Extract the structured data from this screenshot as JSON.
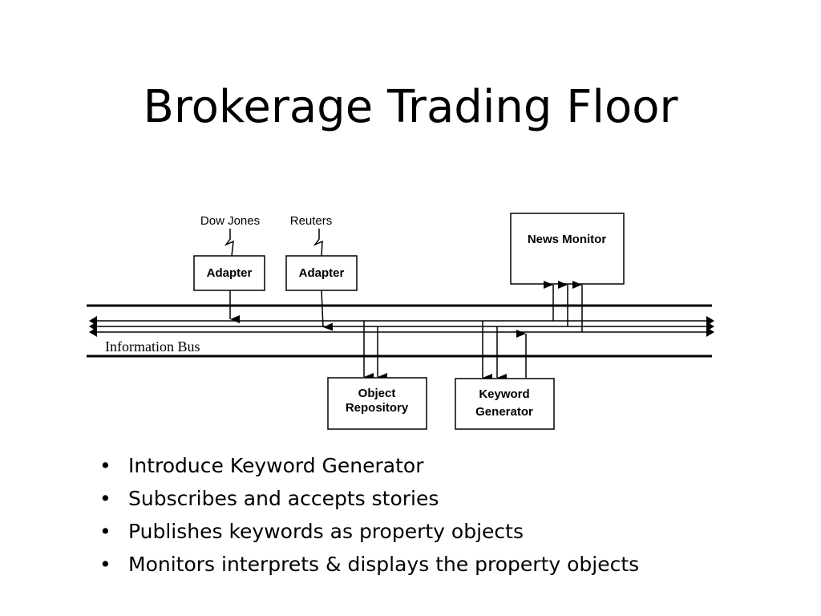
{
  "slide": {
    "title": "Brokerage Trading Floor"
  },
  "diagram": {
    "sources": [
      {
        "label": "Dow Jones"
      },
      {
        "label": "Reuters"
      }
    ],
    "adapters": [
      {
        "label": "Adapter"
      },
      {
        "label": "Adapter"
      }
    ],
    "bus_label": "Information Bus",
    "news_monitor": {
      "label": "News Monitor"
    },
    "object_repository": {
      "line1": "Object",
      "line2": "Repository"
    },
    "keyword_generator": {
      "line1": "Keyword",
      "line2": "Generator"
    }
  },
  "bullets": {
    "items": [
      "Introduce Keyword Generator",
      "Subscribes and accepts stories",
      "Publishes keywords as property objects",
      "Monitors interprets & displays the property objects"
    ]
  }
}
